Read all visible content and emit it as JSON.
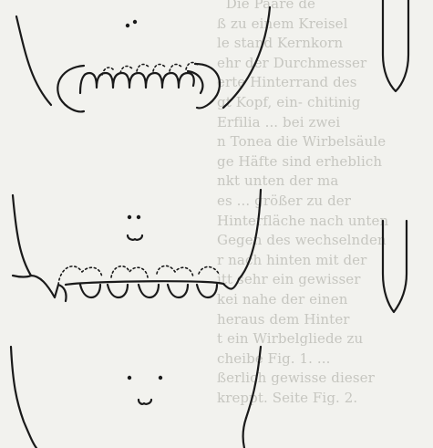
{
  "page": {
    "background_color": "#f2f2ee",
    "ink_color": "#1a1a1a",
    "bleed_text_color": "#c6c6c0"
  },
  "bleed_text_lines": [
    "  Die Paare de",
    "ß zu einem Kreisel",
    "le stand Kernkorn",
    "ehr der Durchmesser",
    "erte Hinterrand des",
    "gt Kopf, ein- chitinig",
    "Erfilia ... bei zwei",
    "n Tonea die Wirbelsäule",
    "ge Häfte sind erheblich",
    "nkt unten der ma",
    "es ... größer zu der",
    "Hinterfläche nach unten",
    "Gegen des wechselnden",
    "r nach hinten mit der",
    "itt sehr ein gewisser",
    "kei nahe der einen",
    "heraus dem Hinter",
    "t ein Wirbelgliede zu",
    "cheibe Fig. 1. ...",
    "ßerlich gewisse dieser",
    "kreppt. Seite Fig. 2."
  ],
  "figures": [
    {
      "id": "fig-upper",
      "description_shape": "head capsule with comb-like lobes"
    },
    {
      "id": "fig-middle",
      "description_shape": "head capsule with dotted lobes"
    },
    {
      "id": "fig-lower",
      "description_shape": "head capsule outline"
    },
    {
      "id": "fig-right-top",
      "description_shape": "narrow appendage"
    },
    {
      "id": "fig-right-bottom",
      "description_shape": "narrow appendage"
    }
  ]
}
